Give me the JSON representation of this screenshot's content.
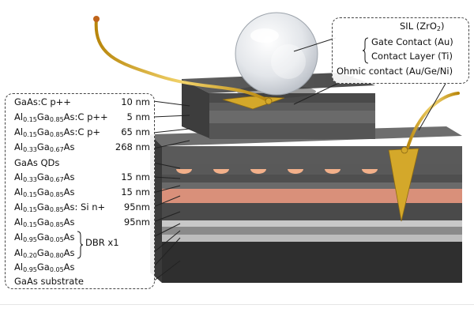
{
  "layers": [
    {
      "parts": [
        {
          "t": "GaAs:C p++"
        }
      ],
      "thickness": "10 nm"
    },
    {
      "parts": [
        {
          "t": "Al"
        },
        {
          "s": "0.15"
        },
        {
          "t": "Ga"
        },
        {
          "s": "0.85"
        },
        {
          "t": "As:C p++"
        }
      ],
      "thickness": "5 nm"
    },
    {
      "parts": [
        {
          "t": "Al"
        },
        {
          "s": "0.15"
        },
        {
          "t": "Ga"
        },
        {
          "s": "0.85"
        },
        {
          "t": "As:C p+"
        }
      ],
      "thickness": "65 nm"
    },
    {
      "parts": [
        {
          "t": "Al"
        },
        {
          "s": "0.33"
        },
        {
          "t": "Ga"
        },
        {
          "s": "0.67"
        },
        {
          "t": "As"
        }
      ],
      "thickness": "268 nm"
    },
    {
      "parts": [
        {
          "t": "GaAs QDs"
        }
      ],
      "thickness": ""
    },
    {
      "parts": [
        {
          "t": "Al"
        },
        {
          "s": "0.33"
        },
        {
          "t": "Ga"
        },
        {
          "s": "0.67"
        },
        {
          "t": "As"
        }
      ],
      "thickness": "15 nm"
    },
    {
      "parts": [
        {
          "t": "Al"
        },
        {
          "s": "0.15"
        },
        {
          "t": "Ga"
        },
        {
          "s": "0.85"
        },
        {
          "t": "As"
        }
      ],
      "thickness": "15 nm"
    },
    {
      "parts": [
        {
          "t": "Al"
        },
        {
          "s": "0.15"
        },
        {
          "t": "Ga"
        },
        {
          "s": "0.85"
        },
        {
          "t": "As: Si n+"
        }
      ],
      "thickness": "95nm"
    },
    {
      "parts": [
        {
          "t": "Al"
        },
        {
          "s": "0.15"
        },
        {
          "t": "Ga"
        },
        {
          "s": "0.85"
        },
        {
          "t": "As"
        }
      ],
      "thickness": "95nm"
    },
    {
      "parts": [
        {
          "t": "Al"
        },
        {
          "s": "0.95"
        },
        {
          "t": "Ga"
        },
        {
          "s": "0.05"
        },
        {
          "t": "As"
        }
      ],
      "thickness": ""
    },
    {
      "parts": [
        {
          "t": "Al"
        },
        {
          "s": "0.20"
        },
        {
          "t": "Ga"
        },
        {
          "s": "0.80"
        },
        {
          "t": "As"
        }
      ],
      "thickness": ""
    },
    {
      "parts": [
        {
          "t": "Al"
        },
        {
          "s": "0.95"
        },
        {
          "t": "Ga"
        },
        {
          "s": "0.05"
        },
        {
          "t": "As"
        }
      ],
      "thickness": ""
    },
    {
      "parts": [
        {
          "t": "GaAs substrate"
        }
      ],
      "thickness": ""
    }
  ],
  "dbr_label": "DBR x1",
  "top_labels": {
    "sil_text": "SIL (ZrO",
    "sil_sub": "2",
    "sil_close": ")",
    "gate": "Gate Contact (Au)",
    "contact_layer": "Contact Layer (Ti)",
    "ohmic": "Ohmic contact (Au/Ge/Ni)"
  },
  "colors": {
    "gold": "#d4a82a",
    "qd": "#f3b08a",
    "doped_layer": "#d9907a",
    "dark_layer": "#555555",
    "substrate": "#2f2f2f"
  }
}
